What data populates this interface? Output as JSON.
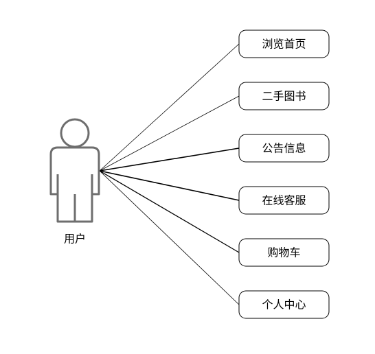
{
  "actor": {
    "name": "用户"
  },
  "use_cases": [
    {
      "label": "浏览首页"
    },
    {
      "label": "二手图书"
    },
    {
      "label": "公告信息"
    },
    {
      "label": "在线客服"
    },
    {
      "label": "购物车"
    },
    {
      "label": "个人中心"
    }
  ]
}
